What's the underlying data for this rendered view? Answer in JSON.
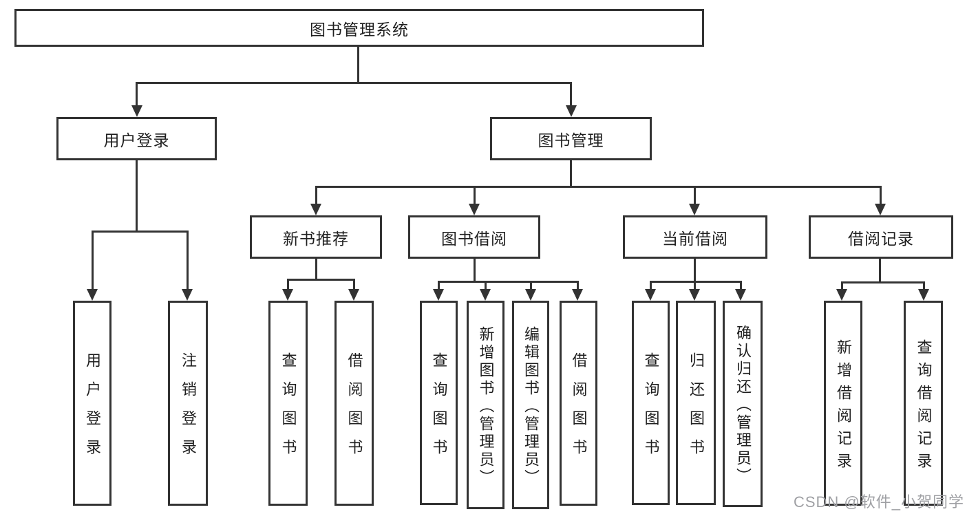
{
  "diagram": {
    "type": "hierarchy-tree",
    "watermark": "CSDN @软件_小贺同学",
    "colors": {
      "line": "#333333",
      "box_border": "#333333",
      "box_fill": "#ffffff",
      "text": "#1f1f1f",
      "background": "#ffffff",
      "watermark": "#9fa0a4"
    },
    "tree": {
      "label": "图书管理系统",
      "children": [
        {
          "label": "用户登录",
          "children": [
            {
              "label": "用户登录"
            },
            {
              "label": "注销登录"
            }
          ]
        },
        {
          "label": "图书管理",
          "children": [
            {
              "label": "新书推荐",
              "children": [
                {
                  "label": "查询图书"
                },
                {
                  "label": "借阅图书"
                }
              ]
            },
            {
              "label": "图书借阅",
              "children": [
                {
                  "label": "查询图书"
                },
                {
                  "label": "新增图书（管理员）"
                },
                {
                  "label": "编辑图书（管理员）"
                },
                {
                  "label": "借阅图书"
                }
              ]
            },
            {
              "label": "当前借阅",
              "children": [
                {
                  "label": "查询图书"
                },
                {
                  "label": "归还图书"
                },
                {
                  "label": "确认归还（管理员）"
                }
              ]
            },
            {
              "label": "借阅记录",
              "children": [
                {
                  "label": "新增借阅记录"
                },
                {
                  "label": "查询借阅记录"
                }
              ]
            }
          ]
        }
      ]
    }
  }
}
